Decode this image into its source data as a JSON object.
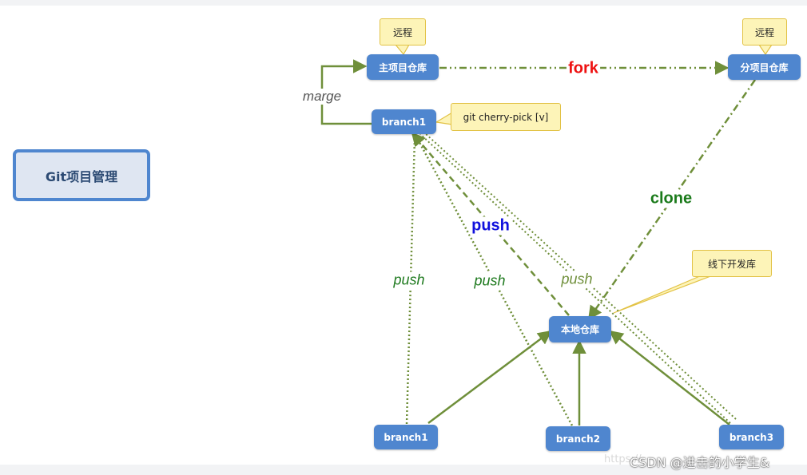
{
  "root": {
    "label": "Git项目管理"
  },
  "nodes": {
    "main_repo": "主项目仓库",
    "sub_repo": "分项目仓库",
    "branch1_top": "branch1",
    "local_repo": "本地仓库",
    "branch1_bottom": "branch1",
    "branch2": "branch2",
    "branch3": "branch3"
  },
  "callouts": {
    "remote_main": "远程",
    "remote_sub": "远程",
    "cherry_pick": "git cherry-pick [v]",
    "offline": "线下开发库"
  },
  "edge_labels": {
    "fork": "fork",
    "merge": "marge",
    "clone": "clone",
    "push_bold": "push",
    "push_left": "push",
    "push_mid": "push",
    "push_right": "push"
  },
  "colors": {
    "node_fill": "#4f86cf",
    "edge": "#6f8f3a",
    "fork_label": "#ee1111",
    "clone_label": "#1a7a1a",
    "push_bold_label": "#1010dd",
    "push_label": "#1f7a1f"
  },
  "watermark": {
    "text": "CSDN @进击的小学生&",
    "faint": "https://"
  }
}
